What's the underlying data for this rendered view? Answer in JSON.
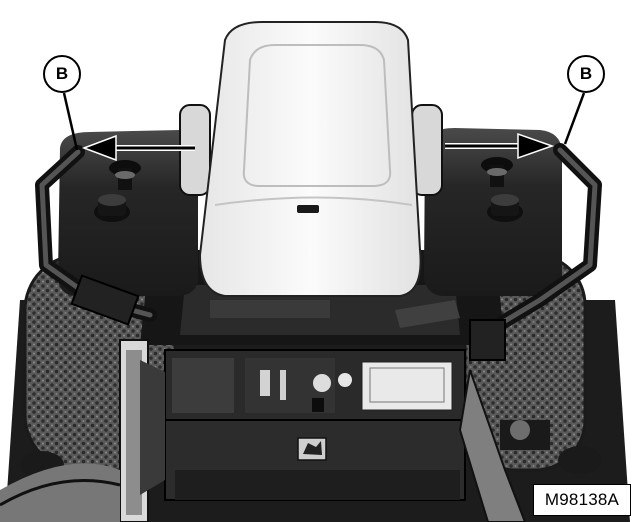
{
  "callouts": [
    {
      "label": "B"
    },
    {
      "label": "B"
    }
  ],
  "figure_id": "M98138A",
  "colors": {
    "ink": "#000000",
    "paper": "#ffffff",
    "seat": "#f4f4f4"
  }
}
